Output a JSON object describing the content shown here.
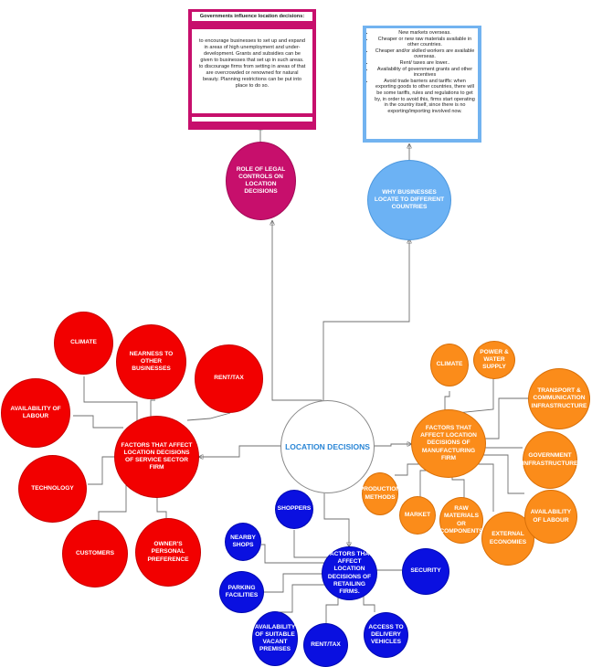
{
  "center": "LOCATION DECISIONS",
  "legal": {
    "node": "ROLE OF LEGAL CONTROLS ON LOCATION DECISIONS",
    "heading": "Governments influence location decisions:",
    "lines": [
      "to encourage businesses to set up and expand in areas of high unemployment and under-development. Grants and subsidies can be given to businesses that set up in such areas.",
      "to discourage firms from setting in areas of that are overcrowded or renowned for natural beauty. Planning restrictions can be put into place to do so."
    ]
  },
  "why": {
    "node": "WHY BUSINESSES LOCATE TO DIFFERENT COUNTRIES",
    "items": [
      "New markets overseas.",
      "Cheaper or new raw materials available in other countries.",
      "Cheaper and/or skilled workers are available overseas.",
      "Rent/ taxes are lower..",
      "Availability of government grants and other incentives",
      "Avoid trade barriers and tariffs: when exporting goods to other countries, there will be some tariffs, rules and regulations to get by, in order to avoid this, firms start operating in the country itself, since there is no exporting/importing involved now."
    ]
  },
  "service": {
    "hub": "FACTORS THAT AFFECT LOCATION DECISIONS OF SERVICE SECTOR FIRM",
    "climate": "CLIMATE",
    "nearness": "NEARNESS TO OTHER BUSINESSES",
    "rent": "RENT/TAX",
    "labour": "AVAILABILITY OF LABOUR",
    "technology": "TECHNOLOGY",
    "customers": "CUSTOMERS",
    "owner": "OWNER'S PERSONAL PREFERENCE"
  },
  "manufacturing": {
    "hub": "FACTORS THAT AFFECT LOCATION DECISIONS OF MANUFACTURING FIRM",
    "climate": "CLIMATE",
    "power": "POWER & WATER SUPPLY",
    "transport": "TRANSPORT & COMMUNICATION INFRASTRUCTURE",
    "government": "GOVERNMENT INFRASTRUCTURE",
    "production": "PRODUCTION METHODS",
    "market": "MARKET",
    "raw": "RAW MATERIALS OR COMPONENTS",
    "external": "EXTERNAL ECONOMIES",
    "labour": "AVAILABILITY OF LABOUR"
  },
  "retail": {
    "hub": "FACTORS THAT AFFECT LOCATION DECISIONS OF RETAILING FIRMS.",
    "shoppers": "SHOPPERS",
    "nearby": "NEARBY SHOPS",
    "parking": "PARKING FACILITIES",
    "security": "SECURITY",
    "vacant": "AVAILABILITY OF SUITABLE VACANT PREMISES",
    "rent": "RENT/TAX",
    "delivery": "ACCESS TO DELIVERY VEHICLES"
  },
  "colors": {
    "service": "#f20000",
    "manufacturing": "#fb8c1a",
    "retail": "#0a10e0",
    "legal": "#c70f6c",
    "why": "#6cb2f4",
    "center_text": "#2a86d6"
  }
}
